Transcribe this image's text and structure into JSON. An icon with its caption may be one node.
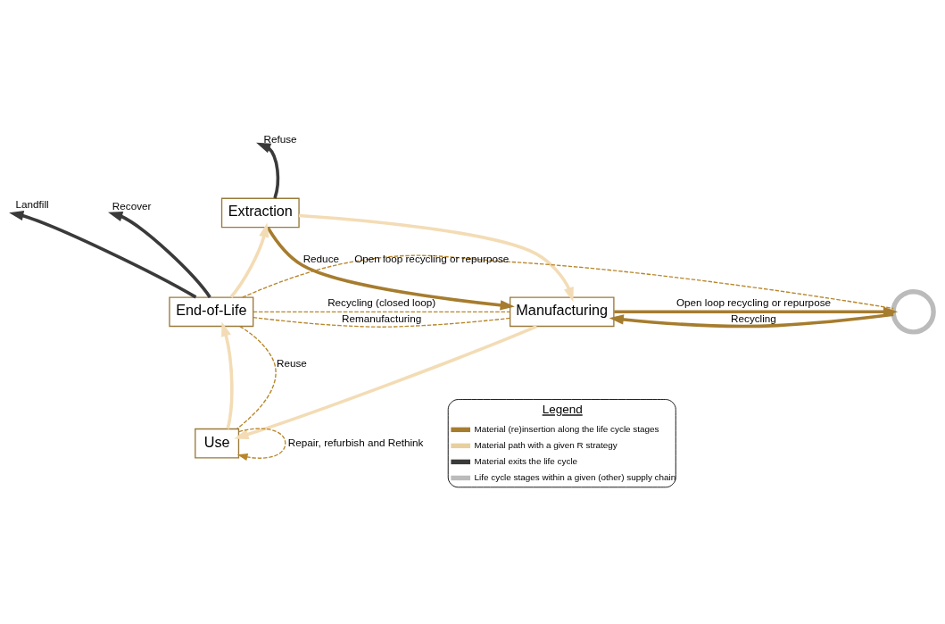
{
  "diagram": {
    "nodes": [
      {
        "text": [
          "Extraction"
        ]
      },
      {
        "text": [
          "Manufacturing"
        ]
      },
      {
        "text": [
          "Use"
        ]
      },
      {
        "text": [
          "End-of-Life"
        ]
      },
      {
        "text": [],
        "shape": "circle"
      }
    ],
    "edges": [
      {
        "from": 0,
        "to": 1,
        "arrow": "to",
        "color": "#f3dcb5"
      },
      {
        "from": 1,
        "to": 2,
        "arrow": "to",
        "color": "#f3dcb5"
      },
      {
        "from": 2,
        "to": 3,
        "arrow": "to",
        "color": "#f3dcb5"
      },
      {
        "from": 3,
        "to": 0,
        "arrow": "to",
        "color": "#f3dcb5"
      },
      {
        "from": 0,
        "to": null,
        "arrow": "to",
        "label": "Refuse",
        "color": "#3a3a3a"
      },
      {
        "from": 3,
        "to": null,
        "arrow": "to",
        "label": "Landfill",
        "color": "#3a3a3a"
      },
      {
        "from": 3,
        "to": null,
        "arrow": "to",
        "label": "Recover",
        "color": "#3a3a3a"
      },
      {
        "from": 0,
        "to": 1,
        "arrow": "to",
        "label": "Reduce",
        "color": "#a67c2e"
      },
      {
        "from": 4,
        "to": 1,
        "arrow": "to",
        "label": "Recycling",
        "color": "#a67c2e"
      },
      {
        "from": 3,
        "to": 1,
        "arrow": "none",
        "label": "Recycling (closed loop)",
        "style": "dashed",
        "color": "#b8862b"
      },
      {
        "from": 3,
        "to": 2,
        "arrow": "none",
        "label": "Reuse",
        "style": "dashed",
        "color": "#b8862b"
      },
      {
        "from": 3,
        "to": 1,
        "arrow": "none",
        "label": "Remanufacturing",
        "style": "dashed",
        "color": "#b8862b"
      },
      {
        "from": 2,
        "to": 2,
        "arrow": "to",
        "label": "Repair, refurbish and Rethink",
        "style": "dashed",
        "color": "#b8862b"
      },
      {
        "from": 3,
        "to": 4,
        "arrow": "none",
        "label": "Open loop recycling or repurpose",
        "style": "dashed",
        "color": "#b8862b"
      },
      {
        "from": 1,
        "to": 4,
        "arrow": "to",
        "label": "Open loop recycling or repurpose",
        "color": "#a67c2e"
      }
    ],
    "labels": [
      "Legend"
    ],
    "legend": [
      {
        "text": "Material (re)insertion along the life cycle stages"
      },
      {
        "text": "Material path with a given R strategy"
      },
      {
        "text": "Material exits the life cycle"
      },
      {
        "text": "Life cycle stages within a given (other) supply chain"
      }
    ]
  }
}
